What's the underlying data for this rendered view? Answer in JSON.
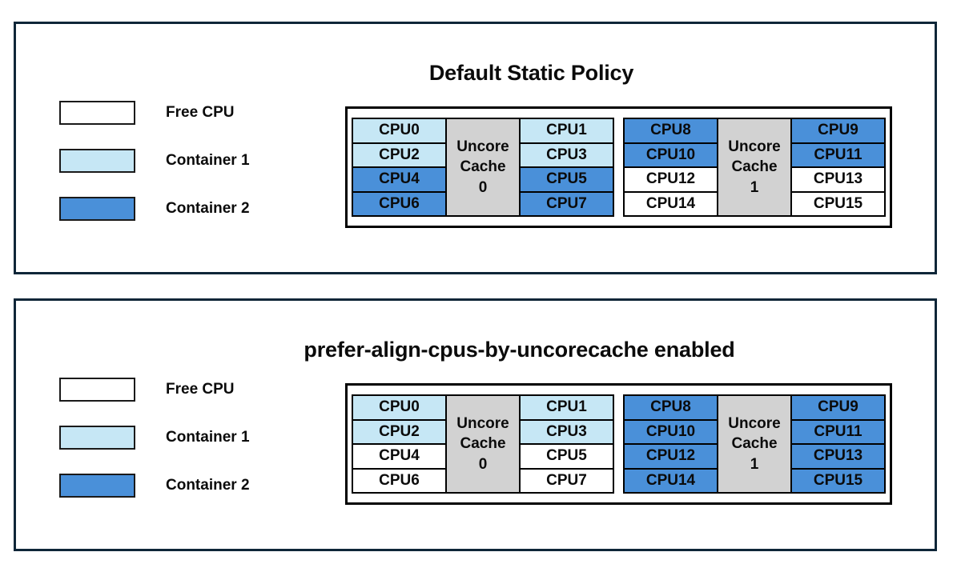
{
  "legend_labels": {
    "free": "Free CPU",
    "container1": "Container 1",
    "container2": "Container 2"
  },
  "colors": {
    "free": "#ffffff",
    "container1": "#c6e7f5",
    "container2": "#4a90d9",
    "cache": "#d2d2d2",
    "panel_border": "#0f2638",
    "grid_border": "#000000"
  },
  "panels": [
    {
      "title": "Default Static Policy",
      "legend": [
        {
          "label": "Free CPU",
          "fill": "free"
        },
        {
          "label": "Container 1",
          "fill": "c1"
        },
        {
          "label": "Container 2",
          "fill": "c2"
        }
      ],
      "sockets": [
        {
          "cache_label_line1": "Uncore",
          "cache_label_line2": "Cache",
          "cache_label_line3": "0",
          "left_column": [
            {
              "label": "CPU0",
              "fill": "c1"
            },
            {
              "label": "CPU2",
              "fill": "c1"
            },
            {
              "label": "CPU4",
              "fill": "c2"
            },
            {
              "label": "CPU6",
              "fill": "c2"
            }
          ],
          "right_column": [
            {
              "label": "CPU1",
              "fill": "c1"
            },
            {
              "label": "CPU3",
              "fill": "c1"
            },
            {
              "label": "CPU5",
              "fill": "c2"
            },
            {
              "label": "CPU7",
              "fill": "c2"
            }
          ]
        },
        {
          "cache_label_line1": "Uncore",
          "cache_label_line2": "Cache",
          "cache_label_line3": "1",
          "left_column": [
            {
              "label": "CPU8",
              "fill": "c2"
            },
            {
              "label": "CPU10",
              "fill": "c2"
            },
            {
              "label": "CPU12",
              "fill": "free"
            },
            {
              "label": "CPU14",
              "fill": "free"
            }
          ],
          "right_column": [
            {
              "label": "CPU9",
              "fill": "c2"
            },
            {
              "label": "CPU11",
              "fill": "c2"
            },
            {
              "label": "CPU13",
              "fill": "free"
            },
            {
              "label": "CPU15",
              "fill": "free"
            }
          ]
        }
      ]
    },
    {
      "title": "prefer-align-cpus-by-uncorecache enabled",
      "legend": [
        {
          "label": "Free CPU",
          "fill": "free"
        },
        {
          "label": "Container 1",
          "fill": "c1"
        },
        {
          "label": "Container 2",
          "fill": "c2"
        }
      ],
      "sockets": [
        {
          "cache_label_line1": "Uncore",
          "cache_label_line2": "Cache",
          "cache_label_line3": "0",
          "left_column": [
            {
              "label": "CPU0",
              "fill": "c1"
            },
            {
              "label": "CPU2",
              "fill": "c1"
            },
            {
              "label": "CPU4",
              "fill": "free"
            },
            {
              "label": "CPU6",
              "fill": "free"
            }
          ],
          "right_column": [
            {
              "label": "CPU1",
              "fill": "c1"
            },
            {
              "label": "CPU3",
              "fill": "c1"
            },
            {
              "label": "CPU5",
              "fill": "free"
            },
            {
              "label": "CPU7",
              "fill": "free"
            }
          ]
        },
        {
          "cache_label_line1": "Uncore",
          "cache_label_line2": "Cache",
          "cache_label_line3": "1",
          "left_column": [
            {
              "label": "CPU8",
              "fill": "c2"
            },
            {
              "label": "CPU10",
              "fill": "c2"
            },
            {
              "label": "CPU12",
              "fill": "c2"
            },
            {
              "label": "CPU14",
              "fill": "c2"
            }
          ],
          "right_column": [
            {
              "label": "CPU9",
              "fill": "c2"
            },
            {
              "label": "CPU11",
              "fill": "c2"
            },
            {
              "label": "CPU13",
              "fill": "c2"
            },
            {
              "label": "CPU15",
              "fill": "c2"
            }
          ]
        }
      ]
    }
  ]
}
